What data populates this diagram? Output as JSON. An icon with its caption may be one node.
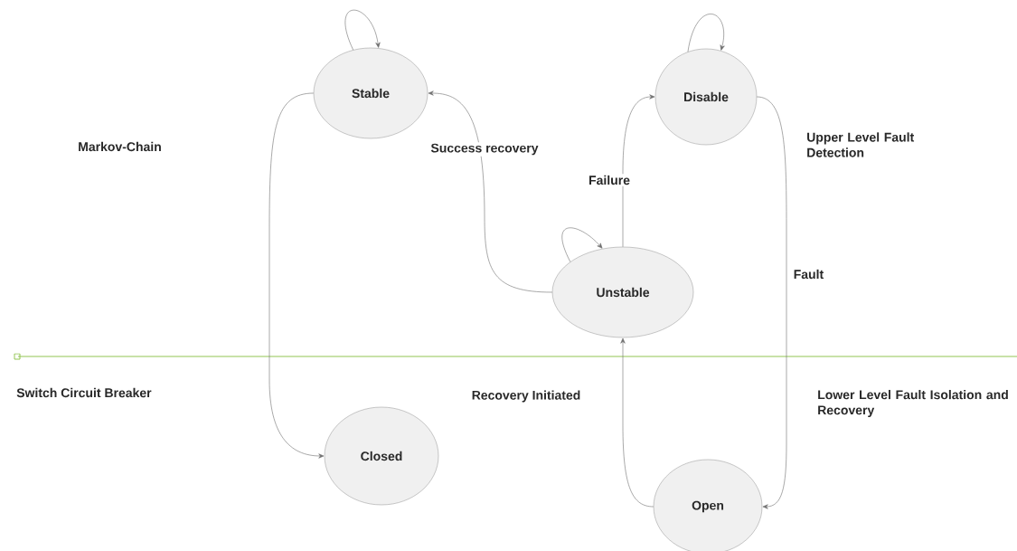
{
  "diagram": {
    "nodes": [
      {
        "text": [
          "Stable"
        ]
      },
      {
        "text": [
          "Disable"
        ]
      },
      {
        "text": [
          "Unstable"
        ]
      },
      {
        "text": [
          "Closed"
        ]
      },
      {
        "text": [
          "Open"
        ]
      }
    ],
    "edges": [
      {
        "from": 0,
        "to": 0,
        "arrow": "to"
      },
      {
        "from": 1,
        "to": 1,
        "arrow": "to"
      },
      {
        "from": 2,
        "to": 2,
        "arrow": "to"
      },
      {
        "from": 2,
        "to": 0,
        "arrow": "to",
        "label": "Success recovery"
      },
      {
        "from": 2,
        "to": 1,
        "arrow": "to",
        "label": "Failure"
      },
      {
        "from": 1,
        "to": 4,
        "arrow": "to",
        "label": "Fault"
      },
      {
        "from": 4,
        "to": 2,
        "arrow": "to",
        "label": "Recovery Initiated"
      },
      {
        "from": 0,
        "to": 3,
        "arrow": "to"
      }
    ],
    "labels": [
      "Markov-Chain",
      "Upper Level Fault Detection",
      "Switch Circuit Breaker",
      "Lower Level Fault Isolation and Recovery"
    ]
  }
}
